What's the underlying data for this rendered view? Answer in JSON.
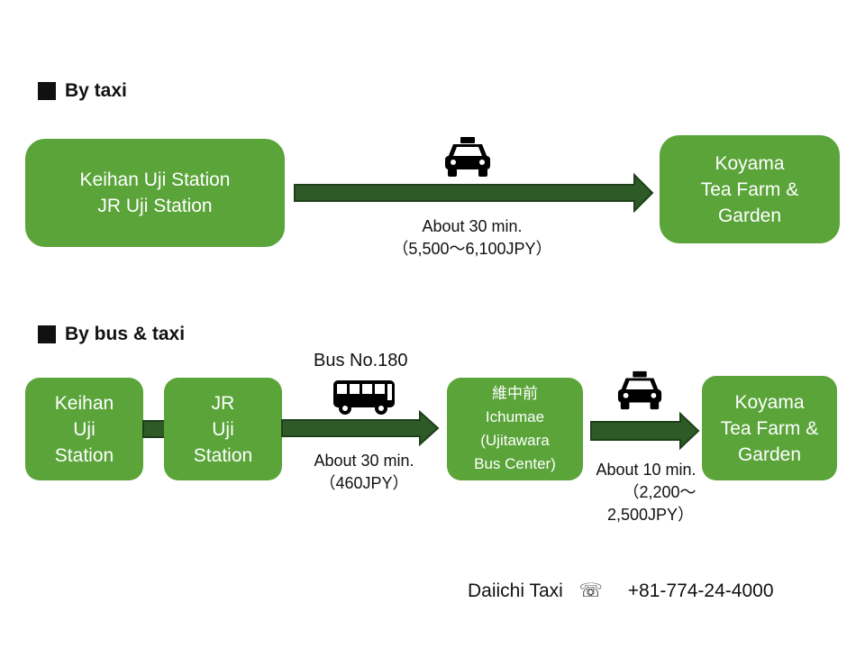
{
  "taxi_section": {
    "heading": "By taxi",
    "origin_lines": [
      "Keihan Uji Station",
      "JR Uji Station"
    ],
    "destination_lines": [
      "Koyama",
      "Tea Farm &",
      "Garden"
    ],
    "duration": "About 30 min.",
    "fare": "（5,500～6,100JPY）",
    "icon": "taxi-icon"
  },
  "bus_section": {
    "heading": "By bus & taxi",
    "stop1_lines": [
      "Keihan",
      "Uji",
      "Station"
    ],
    "stop2_lines": [
      "JR",
      "Uji",
      "Station"
    ],
    "bus_label": "Bus No.180",
    "bus_duration": "About 30 min.",
    "bus_fare": "（460JPY）",
    "stop3_lines": [
      "維中前",
      "Ichumae",
      "(Ujitawara",
      "Bus Center)"
    ],
    "taxi_duration": "About 10 min.",
    "taxi_fare_lines": [
      "（2,200～",
      "2,500JPY）"
    ],
    "destination_lines": [
      "Koyama",
      "Tea Farm &",
      "Garden"
    ],
    "icons": [
      "bus-icon",
      "taxi-icon"
    ]
  },
  "footer": {
    "company": "Daiichi Taxi",
    "phone_icon": "telephone-icon",
    "phone_glyph": "☏",
    "phone": "+81-774-24-4000"
  },
  "colors": {
    "box_green": "#5aa43a",
    "arrow_green": "#2d5a27",
    "arrow_outline": "#1e3f1a",
    "text": "#111111"
  }
}
